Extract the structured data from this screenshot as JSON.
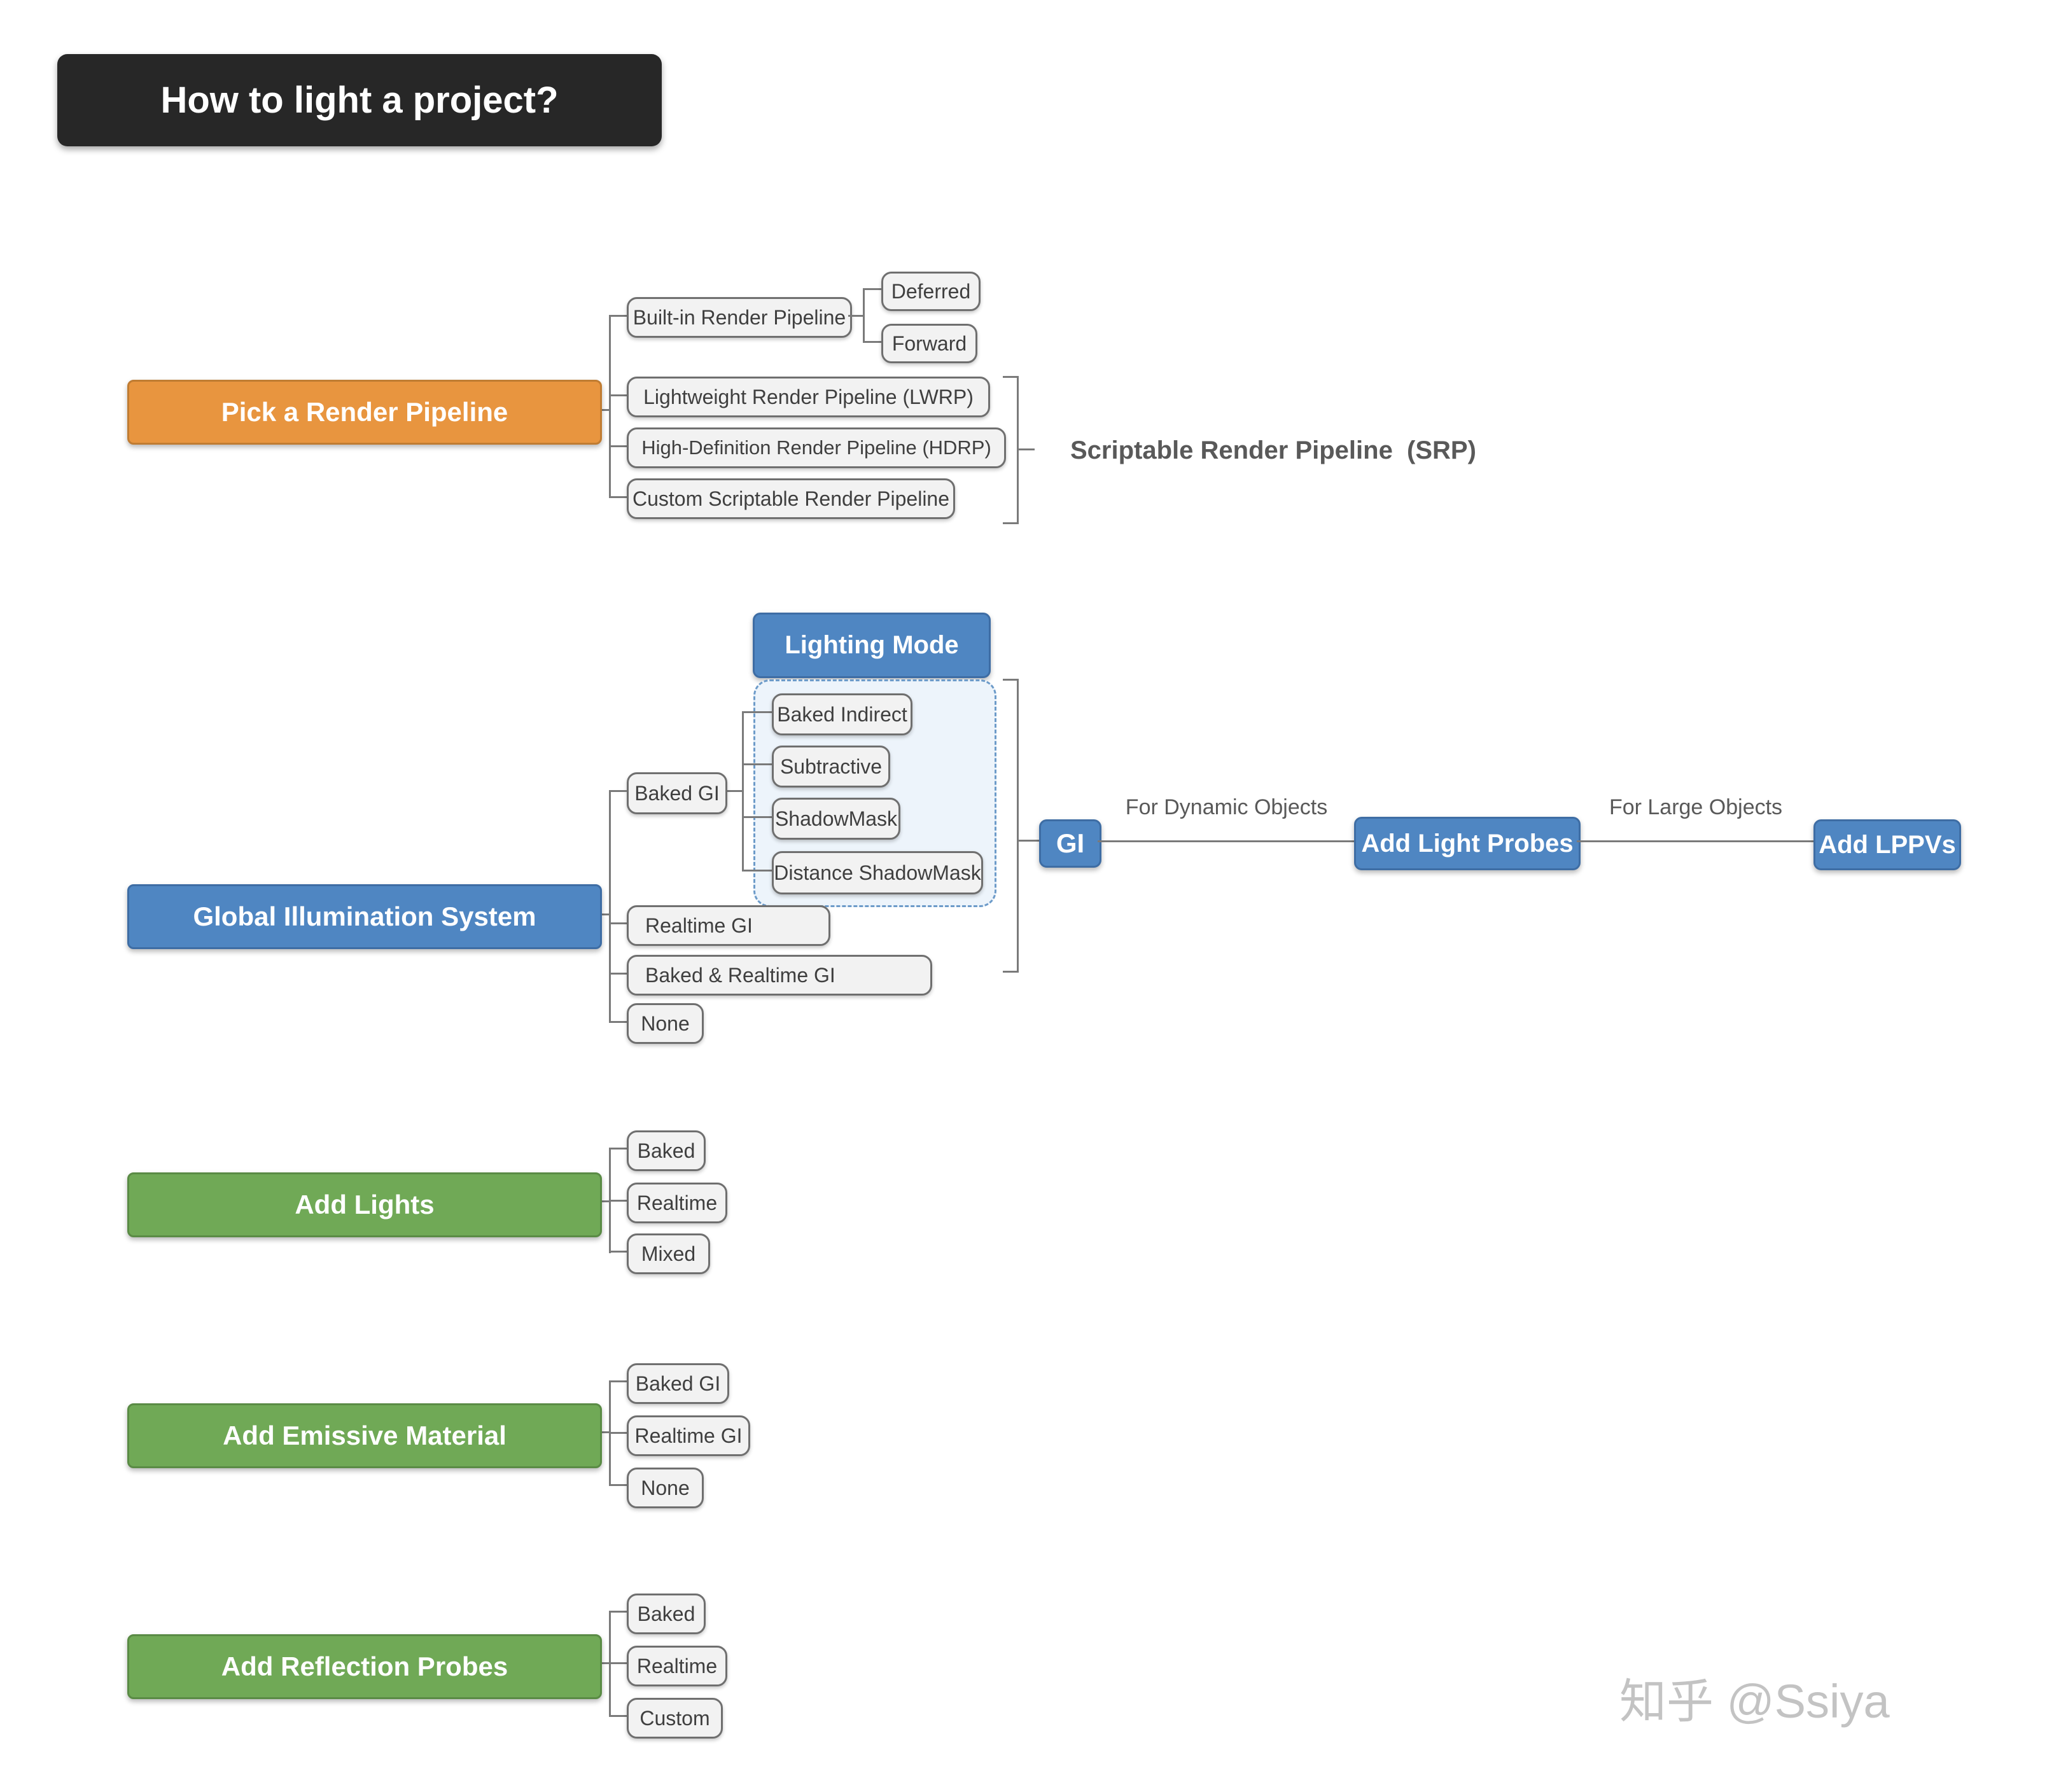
{
  "title": "How to light a project?",
  "colors": {
    "title_bg": "#272727",
    "orange": "#e8953f",
    "blue": "#4f86c2",
    "green": "#70a956",
    "node_bg": "#f2f2f2",
    "connector": "#7a7a7a",
    "dashed_container_bg": "#edf4fb",
    "dashed_container_border": "#6d9bc9",
    "label_text": "#595959"
  },
  "pipeline": {
    "root": "Pick a Render Pipeline",
    "builtin": "Built-in Render Pipeline",
    "deferred": "Deferred",
    "forward": "Forward",
    "lwrp": "Lightweight Render Pipeline (LWRP)",
    "hdrp": "High-Definition Render Pipeline (HDRP)",
    "custom": "Custom Scriptable Render Pipeline",
    "srp_label": "Scriptable Render Pipeline  (SRP)"
  },
  "gi": {
    "lighting_mode": "Lighting Mode",
    "modes": [
      "Baked Indirect",
      "Subtractive",
      "ShadowMask",
      "Distance ShadowMask"
    ],
    "root": "Global Illumination System",
    "baked_gi": "Baked GI",
    "realtime_gi": "Realtime GI",
    "baked_realtime_gi": "Baked & Realtime GI",
    "none": "None",
    "gi_node": "GI",
    "dynamic_label": "For Dynamic Objects",
    "light_probes": "Add Light Probes",
    "large_label": "For Large Objects",
    "lppvs": "Add LPPVs"
  },
  "lights": {
    "root": "Add Lights",
    "children": [
      "Baked",
      "Realtime",
      "Mixed"
    ]
  },
  "emissive": {
    "root": "Add Emissive Material",
    "children": [
      "Baked GI",
      "Realtime GI",
      "None"
    ]
  },
  "reflection": {
    "root": "Add Reflection Probes",
    "children": [
      "Baked",
      "Realtime",
      "Custom"
    ]
  },
  "watermark": "知乎 @Ssiya"
}
